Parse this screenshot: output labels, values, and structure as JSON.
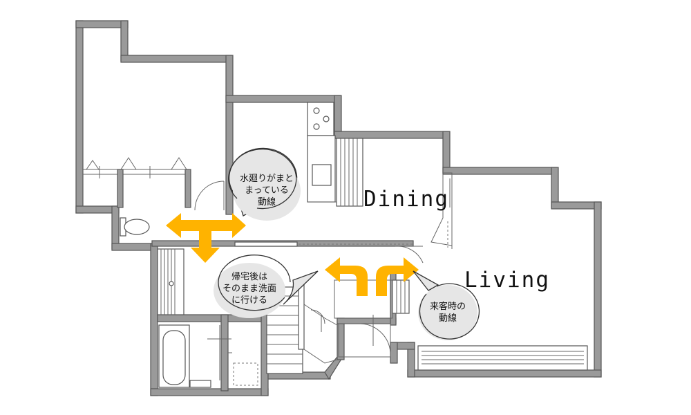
{
  "rooms": {
    "dining": "Dining",
    "living": "Living"
  },
  "callouts": [
    {
      "lines": [
        "水廻りがまと",
        "まっている",
        "動線"
      ]
    },
    {
      "lines": [
        "帰宅後は",
        "そのまま洗面",
        "に行ける"
      ]
    },
    {
      "lines": [
        "来客時の",
        "動線"
      ]
    }
  ],
  "colors": {
    "wall": "#9a9a9a",
    "arrow": "#ffb300",
    "bubble": "#e6e6e6"
  }
}
